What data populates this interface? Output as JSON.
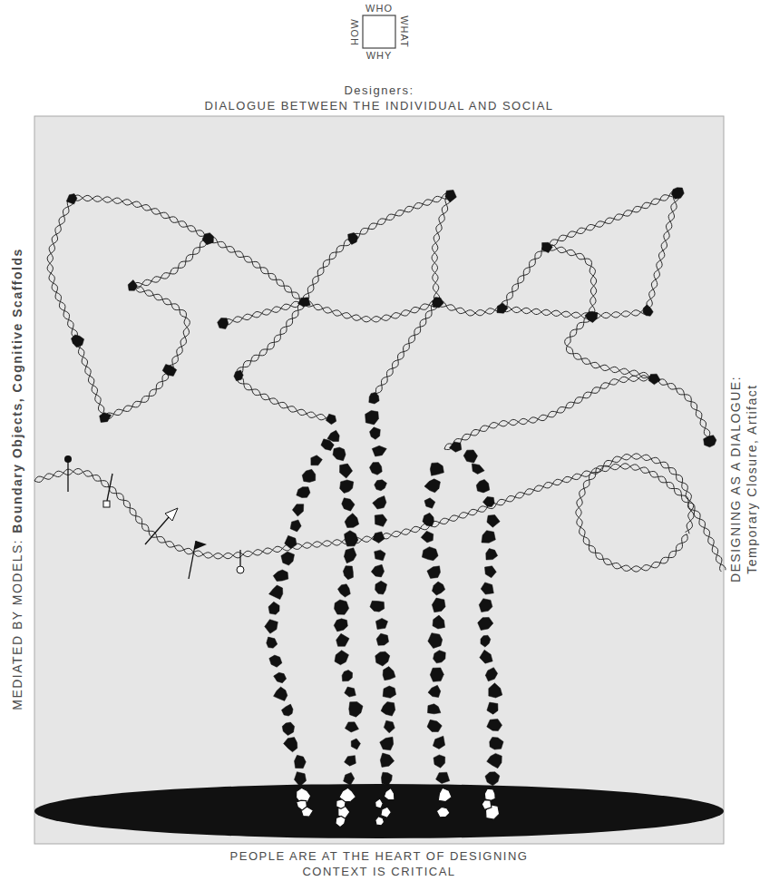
{
  "diagram": {
    "labels": [
      "WHO",
      "HOW",
      "WHAT",
      "WHY",
      "Designers:",
      "DIALOGUE BETWEEN THE INDIVIDUAL AND SOCIAL",
      "MEDIATED BY MODELS:",
      "Boundary Objects, Cognitive Scaffolds",
      "DESIGNING AS A DIALOGUE:",
      "Temporary Closure, Artifact",
      "PEOPLE ARE AT THE HEART OF DESIGNING",
      "CONTEXT IS CRITICAL"
    ]
  }
}
